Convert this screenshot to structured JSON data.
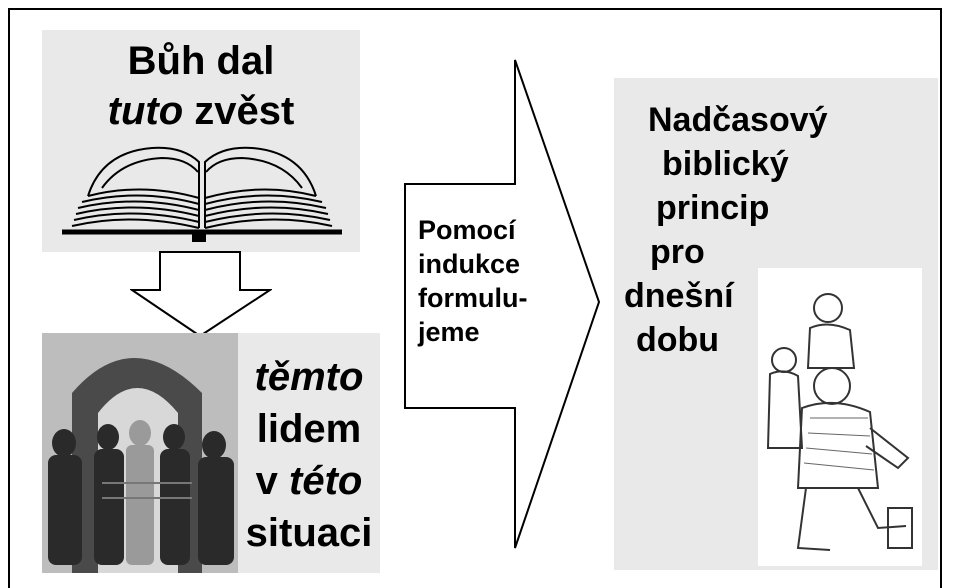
{
  "god_box": {
    "line1": "Bůh dal",
    "line2_em": "tuto",
    "line2_rest": " zvěst"
  },
  "arrow": {
    "lines": [
      "Pomocí",
      "indukce",
      "formulu-",
      "jeme"
    ]
  },
  "people_box": {
    "line1_em": "těmto",
    "line2": "lidem",
    "line3_pre": "v ",
    "line3_em": "této",
    "line4": "situaci"
  },
  "principle_box": {
    "lines": [
      "Nadčasový",
      "biblický",
      "princip",
      "pro",
      "dnešní",
      "dobu"
    ]
  },
  "colors": {
    "box_background": "#e9e9e9",
    "ink": "#000000"
  }
}
